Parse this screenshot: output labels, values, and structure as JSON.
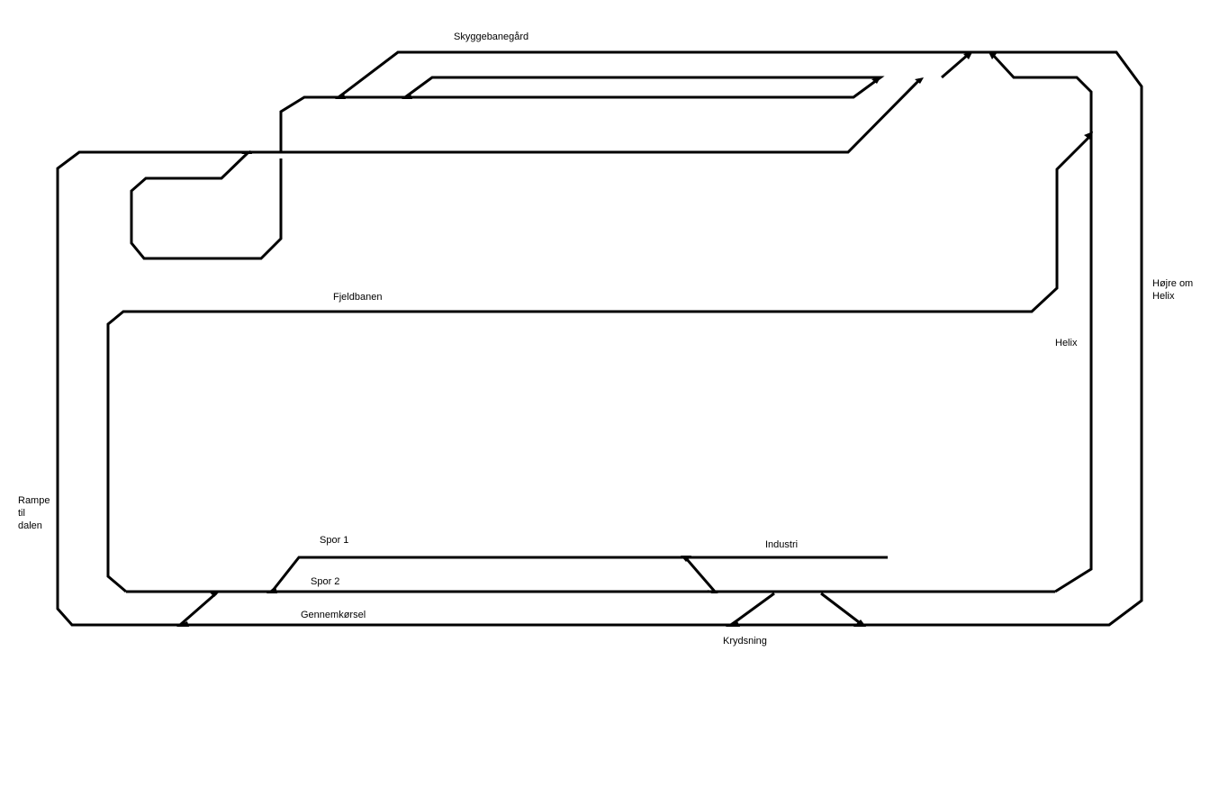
{
  "diagram": {
    "title": "",
    "labels": {
      "shadow_yard": "Skyggebanegård",
      "right_helix_1": "Højre om",
      "right_helix_2": "Helix",
      "helix": "Helix",
      "mountain_line": "Fjeldbanen",
      "ramp_1": "Rampe",
      "ramp_2": "til",
      "ramp_3": "dalen",
      "track_1": "Spor 1",
      "track_2": "Spor 2",
      "industry": "Industri",
      "through_line": "Gennemkørsel",
      "crossing": "Krydsning"
    },
    "colors": {
      "track": "#000000",
      "background": "#ffffff"
    }
  }
}
